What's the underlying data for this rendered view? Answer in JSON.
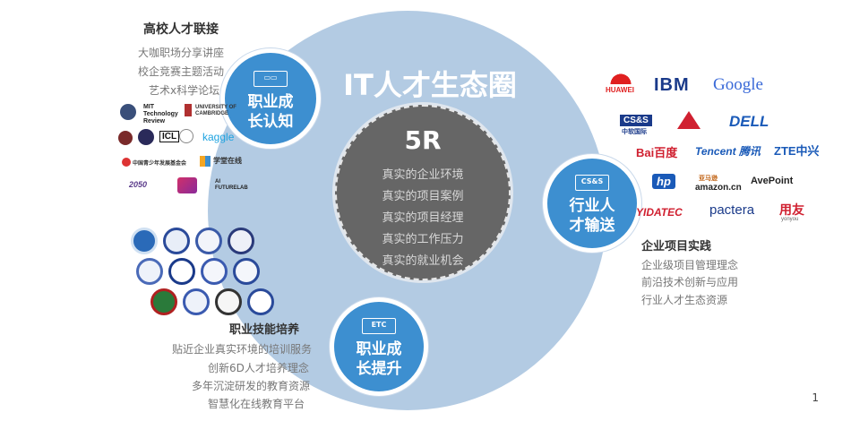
{
  "center": {
    "title": "IT人才生态圈",
    "core_title": "5R",
    "core_items": [
      "真实的企业环境",
      "真实的项目案例",
      "真实的项目经理",
      "真实的工作压力",
      "真实的就业机会"
    ]
  },
  "nodes": {
    "career_cognition": {
      "label_line1": "职业成",
      "label_line2": "长认知",
      "logo_text": "▭▭"
    },
    "industry_transfer": {
      "label_line1": "行业人",
      "label_line2": "才输送",
      "logo_text": "CS&S"
    },
    "career_improve": {
      "label_line1": "职业成",
      "label_line2": "长提升",
      "logo_text": "ETC"
    }
  },
  "sections": {
    "campus": {
      "title": "高校人才联接",
      "items": [
        "大咖职场分享讲座",
        "校企竞赛主题活动",
        "艺术x科学论坛"
      ]
    },
    "enterprise": {
      "title": "企业项目实践",
      "items": [
        "企业级项目管理理念",
        "前沿技术创新与应用",
        "行业人才生态资源"
      ]
    },
    "skills": {
      "title": "职业技能培养",
      "items": [
        "贴近企业真实环境的培训服务",
        "创新6D人才培养理念",
        "多年沉淀研发的教育资源",
        "智慧化在线教育平台"
      ]
    }
  },
  "partner_logos": {
    "huawei": "HUAWEI",
    "ibm": "IBM",
    "google": "Google",
    "css": "CS&S",
    "css_sub": "中软国际",
    "dell": "DELL",
    "baidu": "Bai百度",
    "tencent": "Tencent 腾讯",
    "zte": "ZTE中兴",
    "hp": "hp",
    "amazon": "amazon.cn",
    "amazon_cn": "亚马逊",
    "avepoint": "AvePoint",
    "yidatec": "YIDATEC",
    "pactera": "pactera",
    "yonyou": "用友",
    "yonyou_sub": "yonyou"
  },
  "campus_logos": {
    "mit": "MIT Technology Review",
    "cambridge": "UNIVERSITY OF CAMBRIDGE",
    "kaggle": "kaggle",
    "youth": "中国青少年发展基金会",
    "xuetang": "学堂在线",
    "icl": "ICL",
    "year2050": "2050",
    "ai": "AI FUTURELAB"
  },
  "page_number": "1",
  "colors": {
    "ring": "#b3cbe3",
    "core": "#666666",
    "node": "#3d8fd0"
  }
}
